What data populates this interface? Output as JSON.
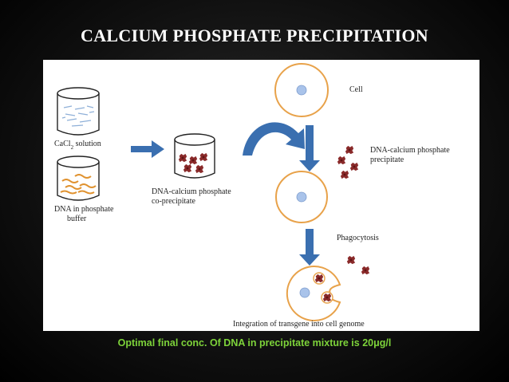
{
  "slide": {
    "title": "CALCIUM PHOSPHATE PRECIPITATION",
    "caption": "Optimal final conc. Of DNA in precipitate mixture is 20μg/l"
  },
  "diagram": {
    "beaker_top_label": "CaCl",
    "beaker_top_label_subscript": "2",
    "beaker_top_label_suffix": " solution",
    "beaker_bottom_label_line1": "DNA in phosphate",
    "beaker_bottom_label_line2": "buffer",
    "mix_label_line1": "DNA-calcium phosphate",
    "mix_label_line2": "co-precipitate",
    "cell_label": "Cell",
    "precipitate_label_line1": "DNA-calcium phosphate",
    "precipitate_label_line2": "precipitate",
    "phagocytosis_label": "Phagocytosis",
    "integration_label": "Integration of transgene into cell genome"
  },
  "colors": {
    "cell_membrane": "#e8a24a",
    "nucleus": "#a9c3ea",
    "arrow": "#3a6fb0",
    "precipitate": "#8a2a2a",
    "dna_strands": "#e0922f",
    "cacl2_lines": "#8fb0d8",
    "caption": "#7dd33a"
  }
}
